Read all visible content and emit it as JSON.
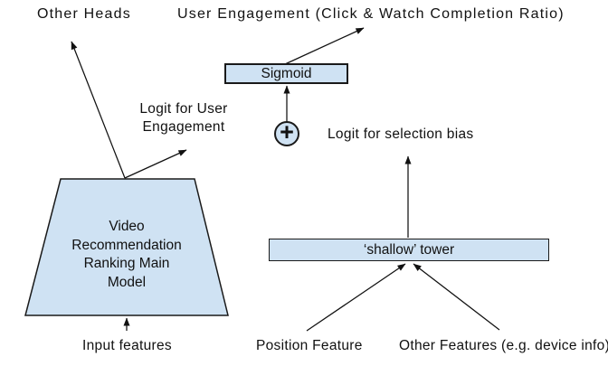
{
  "labels": {
    "other_heads": "Other Heads",
    "user_engagement": "User Engagement (Click & Watch Completion Ratio)",
    "logit_user_line1": "Logit for User",
    "logit_user_line2": "Engagement",
    "logit_selection": "Logit for selection bias",
    "input_features": "Input features",
    "position_feature": "Position Feature",
    "other_features": "Other Features (e.g. device info)"
  },
  "nodes": {
    "sigmoid": "Sigmoid",
    "shallow_tower": "‘shallow’ tower",
    "plus": "+",
    "main_model_lines": [
      "Video",
      "Recommendation",
      "Ranking Main",
      "Model"
    ]
  },
  "colors": {
    "node_fill": "#cfe2f3",
    "node_border": "#1a1a1a",
    "arrow": "#111111",
    "text": "#111111",
    "background": "#ffffff"
  },
  "edges": [
    {
      "from": "main-model",
      "to": "other-heads"
    },
    {
      "from": "main-model",
      "to": "logit-for-user-engagement"
    },
    {
      "from": "sigmoid",
      "to": "user-engagement-output"
    },
    {
      "from": "plus",
      "to": "sigmoid"
    },
    {
      "from": "shallow-tower",
      "to": "logit-for-selection-bias"
    },
    {
      "from": "input-features",
      "to": "main-model"
    },
    {
      "from": "position-feature",
      "to": "shallow-tower"
    },
    {
      "from": "other-features",
      "to": "shallow-tower"
    }
  ]
}
